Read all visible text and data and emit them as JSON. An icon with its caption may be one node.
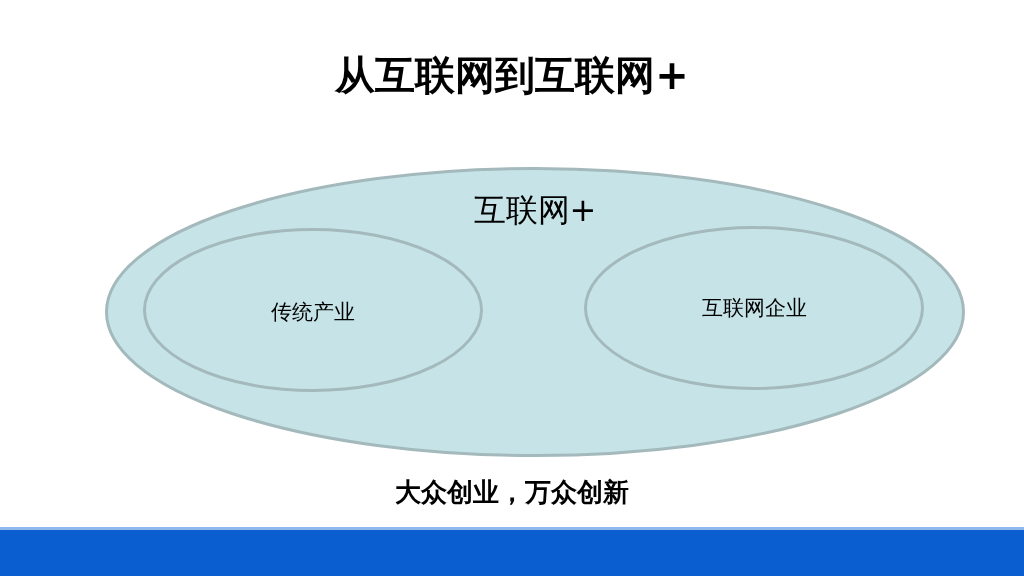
{
  "diagram": {
    "title": "从互联网到互联网+",
    "nodes": [
      {
        "text": [
          "互联网+"
        ]
      },
      {
        "text": [
          "传统产业"
        ],
        "in": 0
      },
      {
        "text": [
          "互联网企业"
        ],
        "in": 0
      }
    ],
    "caption": "大众创业，万众创新"
  }
}
